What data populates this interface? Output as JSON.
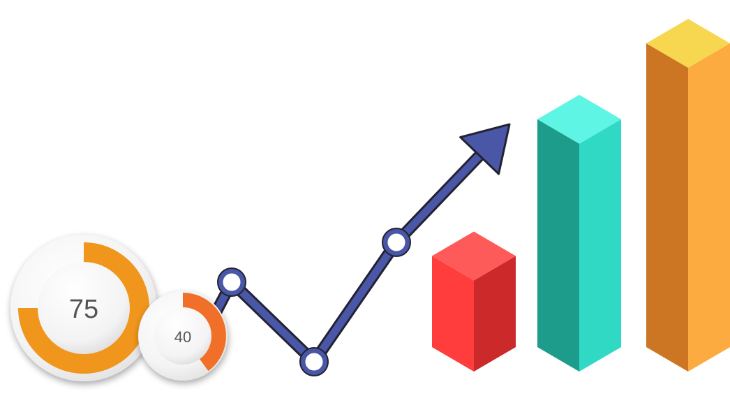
{
  "chart_data": [
    {
      "type": "donut",
      "value": 75,
      "max": 100,
      "label": "75",
      "color": "#f0961f"
    },
    {
      "type": "donut",
      "value": 40,
      "max": 100,
      "label": "40",
      "color": "#f0702a"
    },
    {
      "type": "line",
      "x": [
        1,
        2,
        3
      ],
      "y": [
        3,
        1,
        4
      ],
      "color": "#4a56a6",
      "marker_fill": "#ffffff",
      "arrow": true
    },
    {
      "type": "bar",
      "values": [
        3,
        7.5,
        10
      ],
      "ylim": [
        0,
        10
      ],
      "colors": {
        "front_light": [
          "#ff3d3d",
          "#2fd9c4",
          "#fbab40"
        ],
        "front_dark": [
          "#cc2a2a",
          "#1e9c8b",
          "#cc7623"
        ],
        "top": [
          "#ff5a5a",
          "#5ff5e4",
          "#f7d750"
        ]
      }
    }
  ]
}
